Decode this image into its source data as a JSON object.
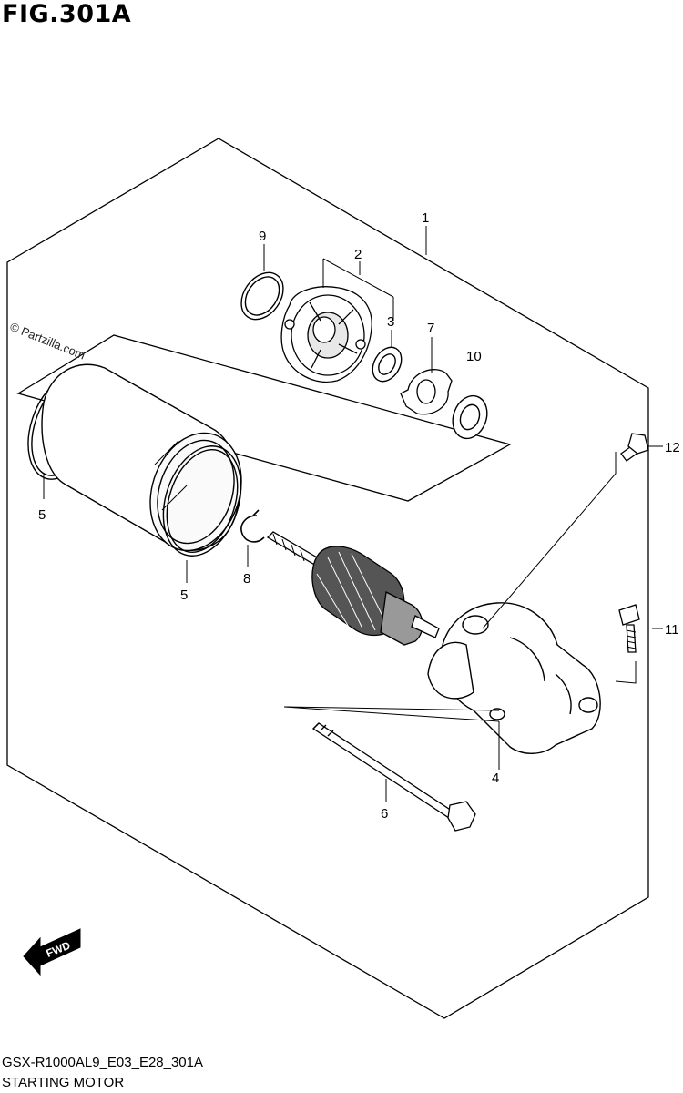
{
  "figure_title": "FIG.301A",
  "watermark": "© Partzilla.com",
  "callouts": {
    "p1": "1",
    "p2": "2",
    "p3": "3",
    "p4": "4",
    "p5a": "5",
    "p5b": "5",
    "p6": "6",
    "p7": "7",
    "p8": "8",
    "p9": "9",
    "p10": "10",
    "p11": "11",
    "p12": "12"
  },
  "direction_label": "FWD",
  "footer": {
    "diagram_code": "GSX-R1000AL9_E03_E28_301A",
    "assembly_name": "STARTING MOTOR"
  }
}
